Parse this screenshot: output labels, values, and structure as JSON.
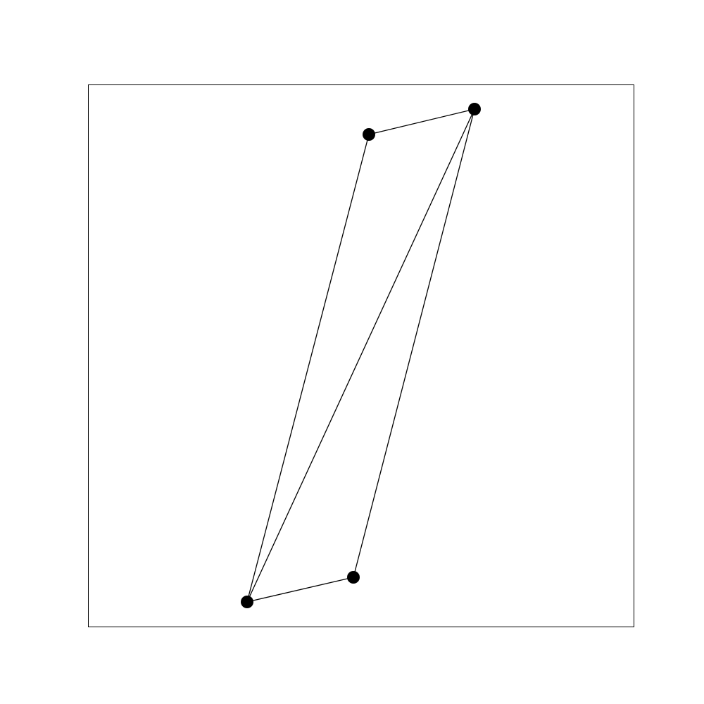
{
  "graph": {
    "node_color": "#000000",
    "edge_color": "#000000",
    "frame_color": "#000000",
    "nodes": [
      {
        "id": "n1"
      },
      {
        "id": "n2"
      },
      {
        "id": "n3"
      },
      {
        "id": "n4"
      }
    ],
    "edges": [
      {
        "source": "n1",
        "target": "n2"
      },
      {
        "source": "n1",
        "target": "n3"
      },
      {
        "source": "n1",
        "target": "n4"
      },
      {
        "source": "n2",
        "target": "n3"
      },
      {
        "source": "n3",
        "target": "n4"
      }
    ]
  }
}
